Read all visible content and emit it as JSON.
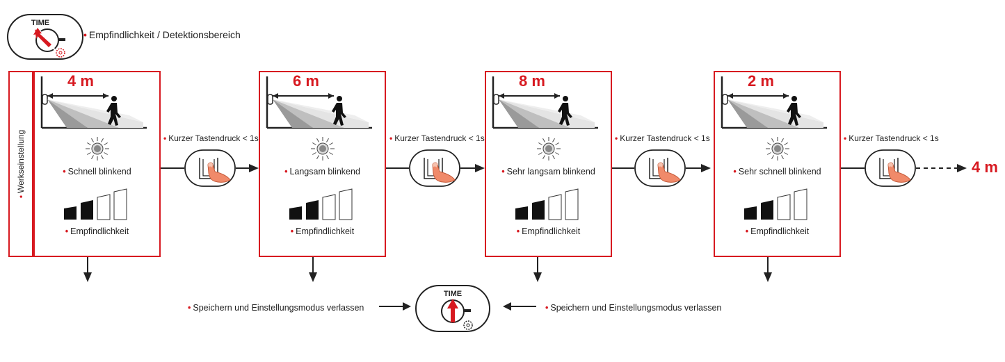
{
  "header": {
    "icon_text": "TIME",
    "title": "Empfindlichkeit / Detektionsbereich"
  },
  "factory_label": "Werkseinstellung",
  "steps": [
    {
      "distance": "4 m",
      "blink": "Schnell blinkend",
      "sensitivity": "Empfindlichkeit"
    },
    {
      "distance": "6 m",
      "blink": "Langsam blinkend",
      "sensitivity": "Empfindlichkeit"
    },
    {
      "distance": "8 m",
      "blink": "Sehr langsam blinkend",
      "sensitivity": "Empfindlichkeit"
    },
    {
      "distance": "2 m",
      "blink": "Sehr schnell blinkend",
      "sensitivity": "Empfindlichkeit"
    }
  ],
  "press_label": "Kurzer Tastendruck < 1s",
  "final_distance": "4 m",
  "save_label": "Speichern und Einstellungsmodus verlassen",
  "save_icon_text": "TIME",
  "colors": {
    "accent": "#d71920",
    "dark": "#222222"
  }
}
